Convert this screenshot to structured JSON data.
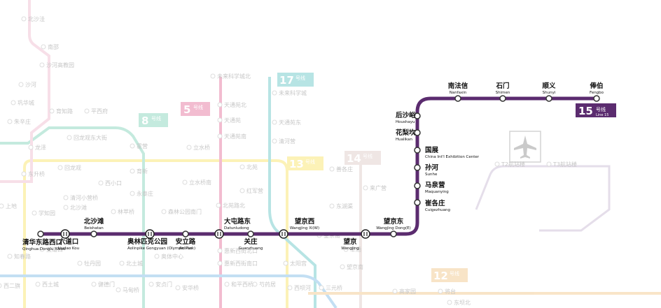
{
  "line15": {
    "number": "15",
    "name_cn": "号线",
    "name_en": "Line 15",
    "color": "#5b2c6f",
    "stations": [
      {
        "cn": "清华东路西口",
        "en": "Qinghua Donglu Xikou"
      },
      {
        "cn": "六道口",
        "en": "Liudao Kou"
      },
      {
        "cn": "北沙滩",
        "en": "Beishatan"
      },
      {
        "cn": "奥林匹克公园",
        "en": "Aolinpike Gongyuan (Olympic Park)"
      },
      {
        "cn": "安立路",
        "en": "Anli Lu"
      },
      {
        "cn": "大屯路东",
        "en": "Datunludong"
      },
      {
        "cn": "关庄",
        "en": "Guanzhuang"
      },
      {
        "cn": "望京西",
        "en": "Wangjing Xi(W)"
      },
      {
        "cn": "望京",
        "en": "Wangjing"
      },
      {
        "cn": "望京东",
        "en": "Wangjing Dong(E)"
      },
      {
        "cn": "崔各庄",
        "en": "Cuigezhuang"
      },
      {
        "cn": "马泉营",
        "en": "Maquanying"
      },
      {
        "cn": "孙河",
        "en": "Sunhe"
      },
      {
        "cn": "国展",
        "en": "China Int'l Exhibition Center"
      },
      {
        "cn": "花梨坎",
        "en": "Hualikan"
      },
      {
        "cn": "后沙峪",
        "en": "Houshayu"
      },
      {
        "cn": "南法信",
        "en": "Nanfaxin"
      },
      {
        "cn": "石门",
        "en": "Shimen"
      },
      {
        "cn": "顺义",
        "en": "Shunyi"
      },
      {
        "cn": "俸伯",
        "en": "Fengbo"
      }
    ]
  },
  "background_lines": {
    "line8": {
      "number": "8",
      "name_cn": "号线",
      "color": "#2fb58a"
    },
    "line5": {
      "number": "5",
      "name_cn": "号线",
      "color": "#d4145a"
    },
    "line17": {
      "number": "17",
      "name_cn": "号线",
      "color": "#00a0a0"
    },
    "line13": {
      "number": "13",
      "name_cn": "号线",
      "color": "#f5d300"
    },
    "line14": {
      "number": "14",
      "name_cn": "号线",
      "color": "#c9a7a0"
    },
    "line12": {
      "number": "12",
      "name_cn": "号线",
      "color": "#e8a23a"
    },
    "line10": {
      "color": "#2b8fd6"
    },
    "airport": {
      "color": "#a28ab5"
    }
  },
  "background_stations": [
    {
      "cn": "北沙洼"
    },
    {
      "cn": "南邵"
    },
    {
      "cn": "沙河高教园"
    },
    {
      "cn": "沙河"
    },
    {
      "cn": "巩华城"
    },
    {
      "cn": "朱辛庄"
    },
    {
      "cn": "育知路"
    },
    {
      "cn": "平西府"
    },
    {
      "cn": "回龙观东大街"
    },
    {
      "cn": "霍营"
    },
    {
      "cn": "立水桥"
    },
    {
      "cn": "天通苑北"
    },
    {
      "cn": "天通苑"
    },
    {
      "cn": "天通苑南"
    },
    {
      "cn": "未来科学城北"
    },
    {
      "cn": "未来科学城"
    },
    {
      "cn": "天通苑东"
    },
    {
      "cn": "清河营"
    },
    {
      "cn": "龙泽"
    },
    {
      "cn": "回龙观"
    },
    {
      "cn": "育新"
    },
    {
      "cn": "西小口"
    },
    {
      "cn": "永泰庄"
    },
    {
      "cn": "林萃桥"
    },
    {
      "cn": "森林公园南门"
    },
    {
      "cn": "立水桥南"
    },
    {
      "cn": "北苑路北"
    },
    {
      "cn": "北苑"
    },
    {
      "cn": "红军营"
    },
    {
      "cn": "望京南"
    },
    {
      "cn": "东湖渠"
    },
    {
      "cn": "来广营"
    },
    {
      "cn": "善各庄"
    },
    {
      "cn": "上地"
    },
    {
      "cn": "西二旗"
    },
    {
      "cn": "清河小营桥"
    },
    {
      "cn": "东升桥"
    },
    {
      "cn": "学知园"
    },
    {
      "cn": "惠新西街北口"
    },
    {
      "cn": "奥体中心"
    },
    {
      "cn": "北土城"
    },
    {
      "cn": "牡丹园"
    },
    {
      "cn": "健德门"
    },
    {
      "cn": "安贞门"
    },
    {
      "cn": "惠新西街南口"
    },
    {
      "cn": "和平西桥"
    },
    {
      "cn": "芍药居"
    },
    {
      "cn": "太阳宫"
    },
    {
      "cn": "西坝河"
    },
    {
      "cn": "三元桥"
    },
    {
      "cn": "阜通"
    },
    {
      "cn": "望京南"
    },
    {
      "cn": "高家园"
    },
    {
      "cn": "将台"
    },
    {
      "cn": "东坝北"
    },
    {
      "cn": "T2航站楼"
    },
    {
      "cn": "T3航站楼"
    },
    {
      "cn": "五道口"
    },
    {
      "cn": "知春路"
    },
    {
      "cn": "西土城"
    },
    {
      "cn": "马甸桥"
    },
    {
      "cn": "安华桥"
    },
    {
      "cn": "北沙滩"
    }
  ]
}
